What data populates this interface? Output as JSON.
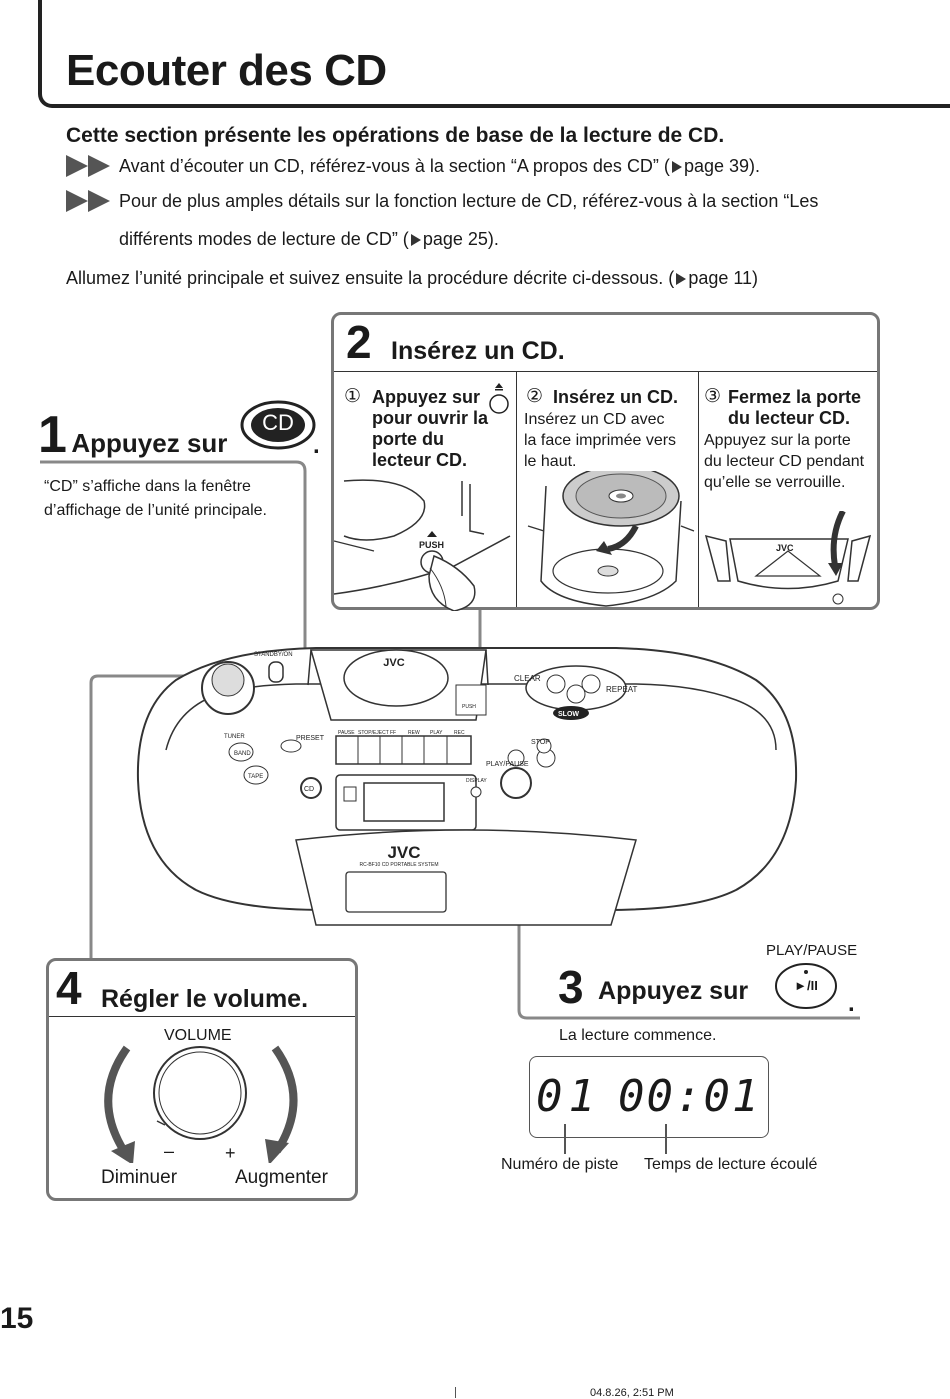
{
  "page": {
    "title": "Ecouter des CD",
    "lead": "Cette section présente les opérations de base de la lecture de CD.",
    "notes": [
      "Avant d’écouter un CD, référez-vous à la section “A propos des CD” (",
      "page 39).",
      "Pour de plus amples détails sur la fonction lecture de CD, référez-vous à la section “Les",
      "différents modes de lecture de CD” (",
      "page 25)."
    ],
    "intro": "Allumez l’unité principale et suivez ensuite la procédure décrite ci-dessous. (",
    "intro_page": "page 11)",
    "page_number": "15",
    "footer_date": "04.8.26, 2:51 PM"
  },
  "step1": {
    "num": "1",
    "heading": "Appuyez sur",
    "button": "CD",
    "text1": "“CD” s’affiche dans la fenêtre",
    "text2": "d’affichage de l’unité principale."
  },
  "step2": {
    "num": "2",
    "heading": "Insérez un CD.",
    "sub1": {
      "marker": "①",
      "title1": "Appuyez sur",
      "title2": "pour ouvrir la",
      "title3": "porte du",
      "title4": "lecteur CD.",
      "push": "PUSH"
    },
    "sub2": {
      "marker": "②",
      "title": "Insérez un CD.",
      "text1": "Insérez un CD avec",
      "text2": "la face imprimée vers",
      "text3": "le haut."
    },
    "sub3": {
      "marker": "③",
      "title1": "Fermez la porte",
      "title2": "du lecteur CD.",
      "text1": "Appuyez sur la porte",
      "text2": "du lecteur CD pendant",
      "text3": "qu’elle se verrouille."
    }
  },
  "step3": {
    "num": "3",
    "heading": "Appuyez sur",
    "button_label": "PLAY/PAUSE",
    "button_glyph": "►/II",
    "text": "La lecture commence.",
    "display_track": "01",
    "display_time": "00:01",
    "label_track": "Numéro de piste",
    "label_time": "Temps de lecture écoulé"
  },
  "step4": {
    "num": "4",
    "heading": "Régler le volume.",
    "knob_label": "VOLUME",
    "minus": "–",
    "plus": "+",
    "decrease": "Diminuer",
    "increase": "Augmenter"
  },
  "device": {
    "brand": "JVC",
    "model": "RC-BF10 CD PORTABLE SYSTEM",
    "standby": "STANDBY/ON",
    "clear": "CLEAR",
    "repeat": "REPEAT",
    "slow": "SLOW",
    "tuner": "TUNER",
    "band": "BAND",
    "tape": "TAPE",
    "cd": "CD",
    "preset": "PRESET",
    "display": "DISPLAY",
    "playpause": "PLAY/PAUSE",
    "stop": "STOP",
    "deck": [
      "PAUSE",
      "STOP/EJECT",
      "FF",
      "REW",
      "PLAY",
      "REC"
    ],
    "push": "PUSH"
  }
}
